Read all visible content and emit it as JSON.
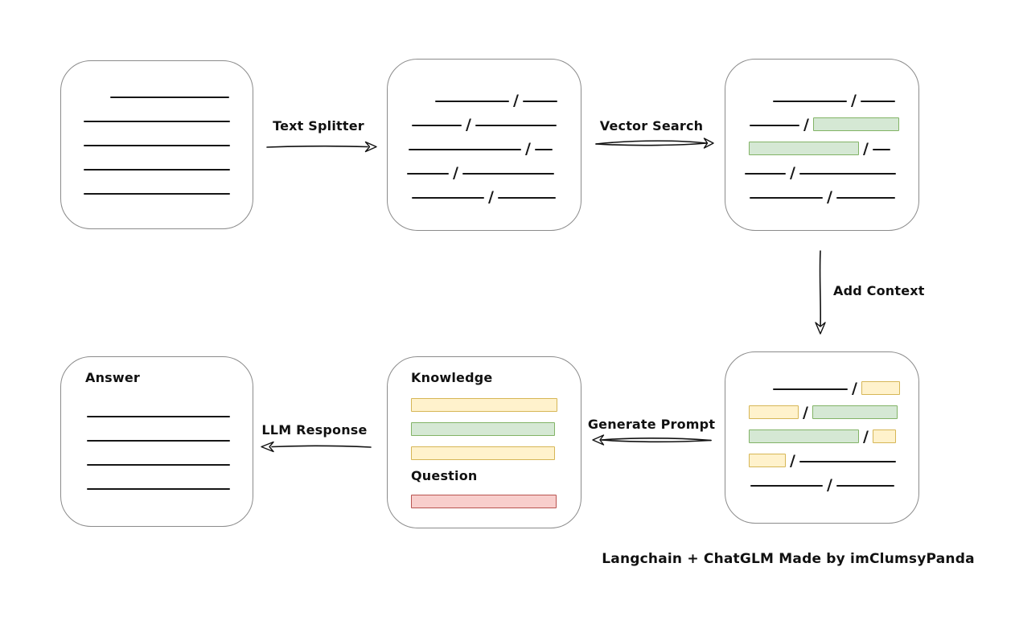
{
  "diagram": {
    "caption": "Langchain + ChatGLM Made by imClumsyPanda",
    "colors": {
      "box_border": "#8b8b8b",
      "line": "#161616",
      "green_fill": "#d5e8d4",
      "green_border": "#82b366",
      "yellow_fill": "#fff2cc",
      "yellow_border": "#d6b656",
      "red_fill": "#f8cecc",
      "red_border": "#b85450"
    },
    "arrows": {
      "text_splitter": {
        "label": "Text Splitter"
      },
      "vector_search": {
        "label": "Vector Search"
      },
      "add_context": {
        "label": "Add Context"
      },
      "generate_prompt": {
        "label": "Generate Prompt"
      },
      "llm_response": {
        "label": "LLM Response"
      }
    },
    "nodes": {
      "source_document": {
        "rows": [
          [
            {
              "t": "gap",
              "w": 33
            },
            {
              "t": "line",
              "w": 148
            }
          ],
          [
            {
              "t": "line",
              "w": 182
            }
          ],
          [
            {
              "t": "line",
              "w": 182
            }
          ],
          [
            {
              "t": "line",
              "w": 182
            }
          ],
          [
            {
              "t": "line",
              "w": 182
            }
          ]
        ]
      },
      "split_chunks": {
        "rows": [
          [
            {
              "t": "gap",
              "w": 35
            },
            {
              "t": "line",
              "w": 92
            },
            {
              "t": "slash"
            },
            {
              "t": "line",
              "w": 43
            }
          ],
          [
            {
              "t": "gap",
              "w": 6
            },
            {
              "t": "line",
              "w": 62
            },
            {
              "t": "slash"
            },
            {
              "t": "line",
              "w": 101
            }
          ],
          [
            {
              "t": "gap",
              "w": 2
            },
            {
              "t": "line",
              "w": 140
            },
            {
              "t": "slash"
            },
            {
              "t": "line",
              "w": 22
            }
          ],
          [
            {
              "t": "line",
              "w": 52
            },
            {
              "t": "slash"
            },
            {
              "t": "line",
              "w": 114
            }
          ],
          [
            {
              "t": "gap",
              "w": 6
            },
            {
              "t": "line",
              "w": 90
            },
            {
              "t": "slash"
            },
            {
              "t": "line",
              "w": 72
            }
          ]
        ]
      },
      "matched_chunks": {
        "rows": [
          [
            {
              "t": "gap",
              "w": 35
            },
            {
              "t": "line",
              "w": 92
            },
            {
              "t": "slash"
            },
            {
              "t": "line",
              "w": 43
            }
          ],
          [
            {
              "t": "gap",
              "w": 6
            },
            {
              "t": "line",
              "w": 62
            },
            {
              "t": "slash"
            },
            {
              "t": "green",
              "w": 105
            }
          ],
          [
            {
              "t": "gap",
              "w": 5
            },
            {
              "t": "green",
              "w": 135
            },
            {
              "t": "slash"
            },
            {
              "t": "line",
              "w": 22
            }
          ],
          [
            {
              "t": "line",
              "w": 51
            },
            {
              "t": "slash"
            },
            {
              "t": "line",
              "w": 120
            }
          ],
          [
            {
              "t": "gap",
              "w": 6
            },
            {
              "t": "line",
              "w": 91
            },
            {
              "t": "slash"
            },
            {
              "t": "line",
              "w": 73
            }
          ]
        ]
      },
      "context_chunks": {
        "rows": [
          [
            {
              "t": "gap",
              "w": 35
            },
            {
              "t": "line",
              "w": 93
            },
            {
              "t": "slash"
            },
            {
              "t": "yellow",
              "w": 46
            }
          ],
          [
            {
              "t": "gap",
              "w": 5
            },
            {
              "t": "yellow",
              "w": 60
            },
            {
              "t": "slash"
            },
            {
              "t": "green",
              "w": 104
            }
          ],
          [
            {
              "t": "gap",
              "w": 5
            },
            {
              "t": "green",
              "w": 135
            },
            {
              "t": "slash"
            },
            {
              "t": "yellow",
              "w": 27
            }
          ],
          [
            {
              "t": "gap",
              "w": 5
            },
            {
              "t": "yellow",
              "w": 44
            },
            {
              "t": "slash"
            },
            {
              "t": "line",
              "w": 120
            }
          ],
          [
            {
              "t": "gap",
              "w": 7
            },
            {
              "t": "line",
              "w": 90
            },
            {
              "t": "slash"
            },
            {
              "t": "line",
              "w": 72
            }
          ]
        ]
      },
      "prompt_knowledge": {
        "rows": [
          [
            {
              "t": "yellow",
              "w": 180
            }
          ],
          [
            {
              "t": "green",
              "w": 177
            }
          ],
          [
            {
              "t": "yellow",
              "w": 177
            }
          ]
        ]
      },
      "prompt_question": {
        "rows": [
          [
            {
              "t": "red",
              "w": 179
            }
          ]
        ]
      },
      "answer_lines": {
        "rows": [
          [
            {
              "t": "line",
              "w": 178
            }
          ],
          [
            {
              "t": "line",
              "w": 178
            }
          ],
          [
            {
              "t": "line",
              "w": 178
            }
          ],
          [
            {
              "t": "line",
              "w": 178
            }
          ]
        ]
      },
      "prompt_labels": {
        "knowledge": "Knowledge",
        "question": "Question"
      },
      "answer_labels": {
        "title": "Answer"
      }
    }
  }
}
